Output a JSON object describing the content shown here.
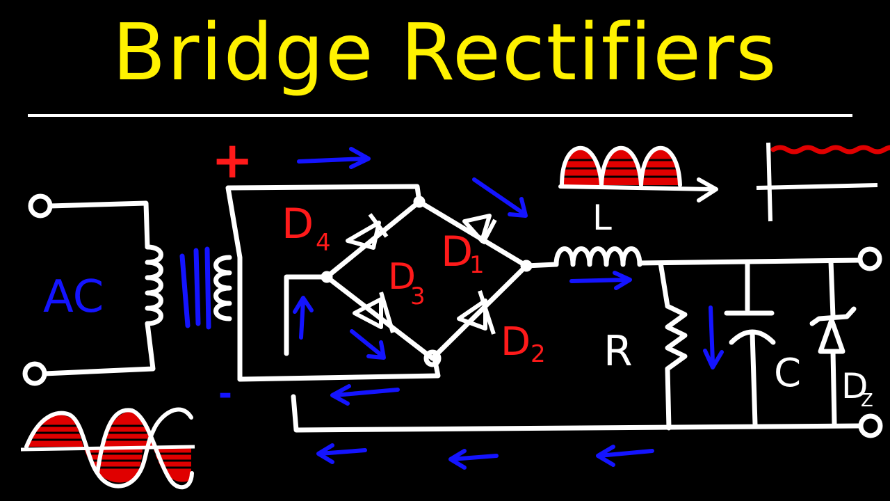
{
  "colors": {
    "background": "#000000",
    "title": "#FFF200",
    "wire": "#FFFFFF",
    "current_arrow": "#1414FF",
    "label_red": "#FF1A1A",
    "label_white": "#FFFFFF",
    "label_blue": "#1414FF",
    "wave_fill": "#E00000"
  },
  "title": "Bridge Rectifiers",
  "labels": {
    "source": "AC",
    "plus": "+",
    "minus": "-",
    "d1": "D",
    "d1_sub": "1",
    "d2": "D",
    "d2_sub": "2",
    "d3": "D",
    "d3_sub": "3",
    "d4": "D",
    "d4_sub": "4",
    "inductor": "L",
    "resistor": "R",
    "capacitor": "C",
    "zener": "D",
    "zener_sub": "Z"
  }
}
